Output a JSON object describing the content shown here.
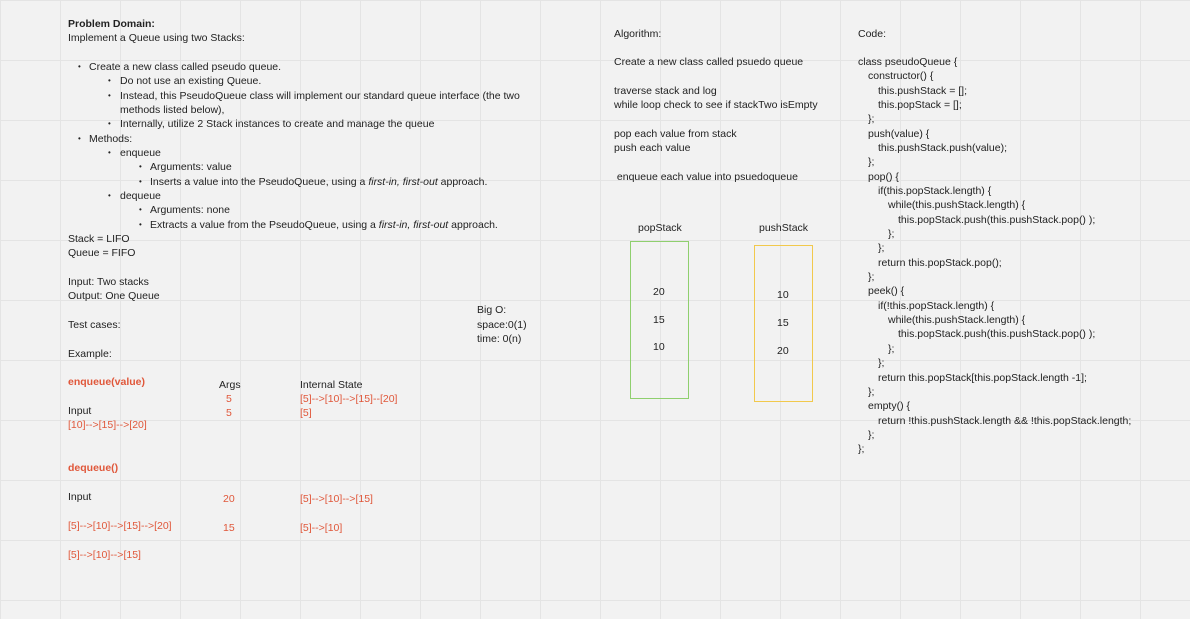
{
  "problem": {
    "title": "Problem Domain:",
    "subtitle": "Implement a Queue using two Stacks:",
    "bullets": {
      "b1": "Create a new class called pseudo queue.",
      "b1a": "Do not use an existing Queue.",
      "b1b_line1": "Instead, this PseudoQueue class will implement our standard queue interface (the two",
      "b1b_line2": "methods listed below),",
      "b1c": "Internally, utilize 2 Stack instances to create and manage the queue",
      "b2": "Methods:",
      "enqueue": "enqueue",
      "enq_args": "Arguments: value",
      "enq_desc_pre": "Inserts a value into the PseudoQueue, using a ",
      "enq_desc_em": "first-in, first-out",
      "enq_desc_post": " approach.",
      "dequeue": "dequeue",
      "deq_args": "Arguments: none",
      "deq_desc_pre": "Extracts a value from the PseudoQueue, using a ",
      "deq_desc_em": "first-in, first-out",
      "deq_desc_post": " approach."
    },
    "stack_def": "Stack = LIFO",
    "queue_def": "Queue = FIFO",
    "input": "Input: Two stacks",
    "output": "Output: One Queue",
    "test_cases": "Test cases:",
    "example": "Example:"
  },
  "examples": {
    "enqueue_title": "enqueue(value)",
    "args_header": "Args",
    "state_header": "Internal State",
    "enq_args": [
      "5",
      "5"
    ],
    "enq_states": [
      "[5]-->[10]-->[15]--[20]",
      "[5]"
    ],
    "enq_input_label": "Input",
    "enq_input_value": "[10]-->[15]-->[20]",
    "dequeue_title": "dequeue()",
    "deq_input_label": "Input",
    "deq_args": [
      "20",
      "15"
    ],
    "deq_states": [
      "[5]-->[10]-->[15]",
      "[5]-->[10]"
    ],
    "deq_input_values": [
      "[5]-->[10]-->[15]-->[20]",
      "[5]-->[10]-->[15]"
    ]
  },
  "bigo": {
    "title": "Big O:",
    "space": "space:0(1)",
    "time": "time: 0(n)"
  },
  "algorithm": {
    "title": "Algorithm:",
    "lines": [
      "Create a new class called psuedo queue",
      "traverse stack and log",
      "while loop check to see if stackTwo isEmpty",
      "pop each value from stack",
      "push each value",
      " enqueue each value into psuedoqueue"
    ]
  },
  "stacks": {
    "pop_label": "popStack",
    "push_label": "pushStack",
    "pop_values": [
      "20",
      "15",
      "10"
    ],
    "push_values": [
      "10",
      "15",
      "20"
    ],
    "pop_color": "#8fcf6e",
    "push_color": "#f2c94c"
  },
  "code": {
    "title": "Code:",
    "lines": [
      "class pseudoQueue {",
      "constructor() {",
      "this.pushStack = [];",
      "this.popStack = [];",
      "};",
      "push(value) {",
      "this.pushStack.push(value);",
      "};",
      "pop() {",
      "if(this.popStack.length) {",
      "while(this.pushStack.length) {",
      "this.popStack.push(this.pushStack.pop() );",
      "};",
      "};",
      "return this.popStack.pop();",
      "};",
      "peek() {",
      "if(!this.popStack.length) {",
      "while(this.pushStack.length) {",
      "this.popStack.push(this.pushStack.pop() );",
      "};",
      "};",
      "return this.popStack[this.popStack.length -1];",
      "};",
      "empty() {",
      "return !this.pushStack.length && !this.popStack.length;",
      "};",
      "};"
    ]
  }
}
